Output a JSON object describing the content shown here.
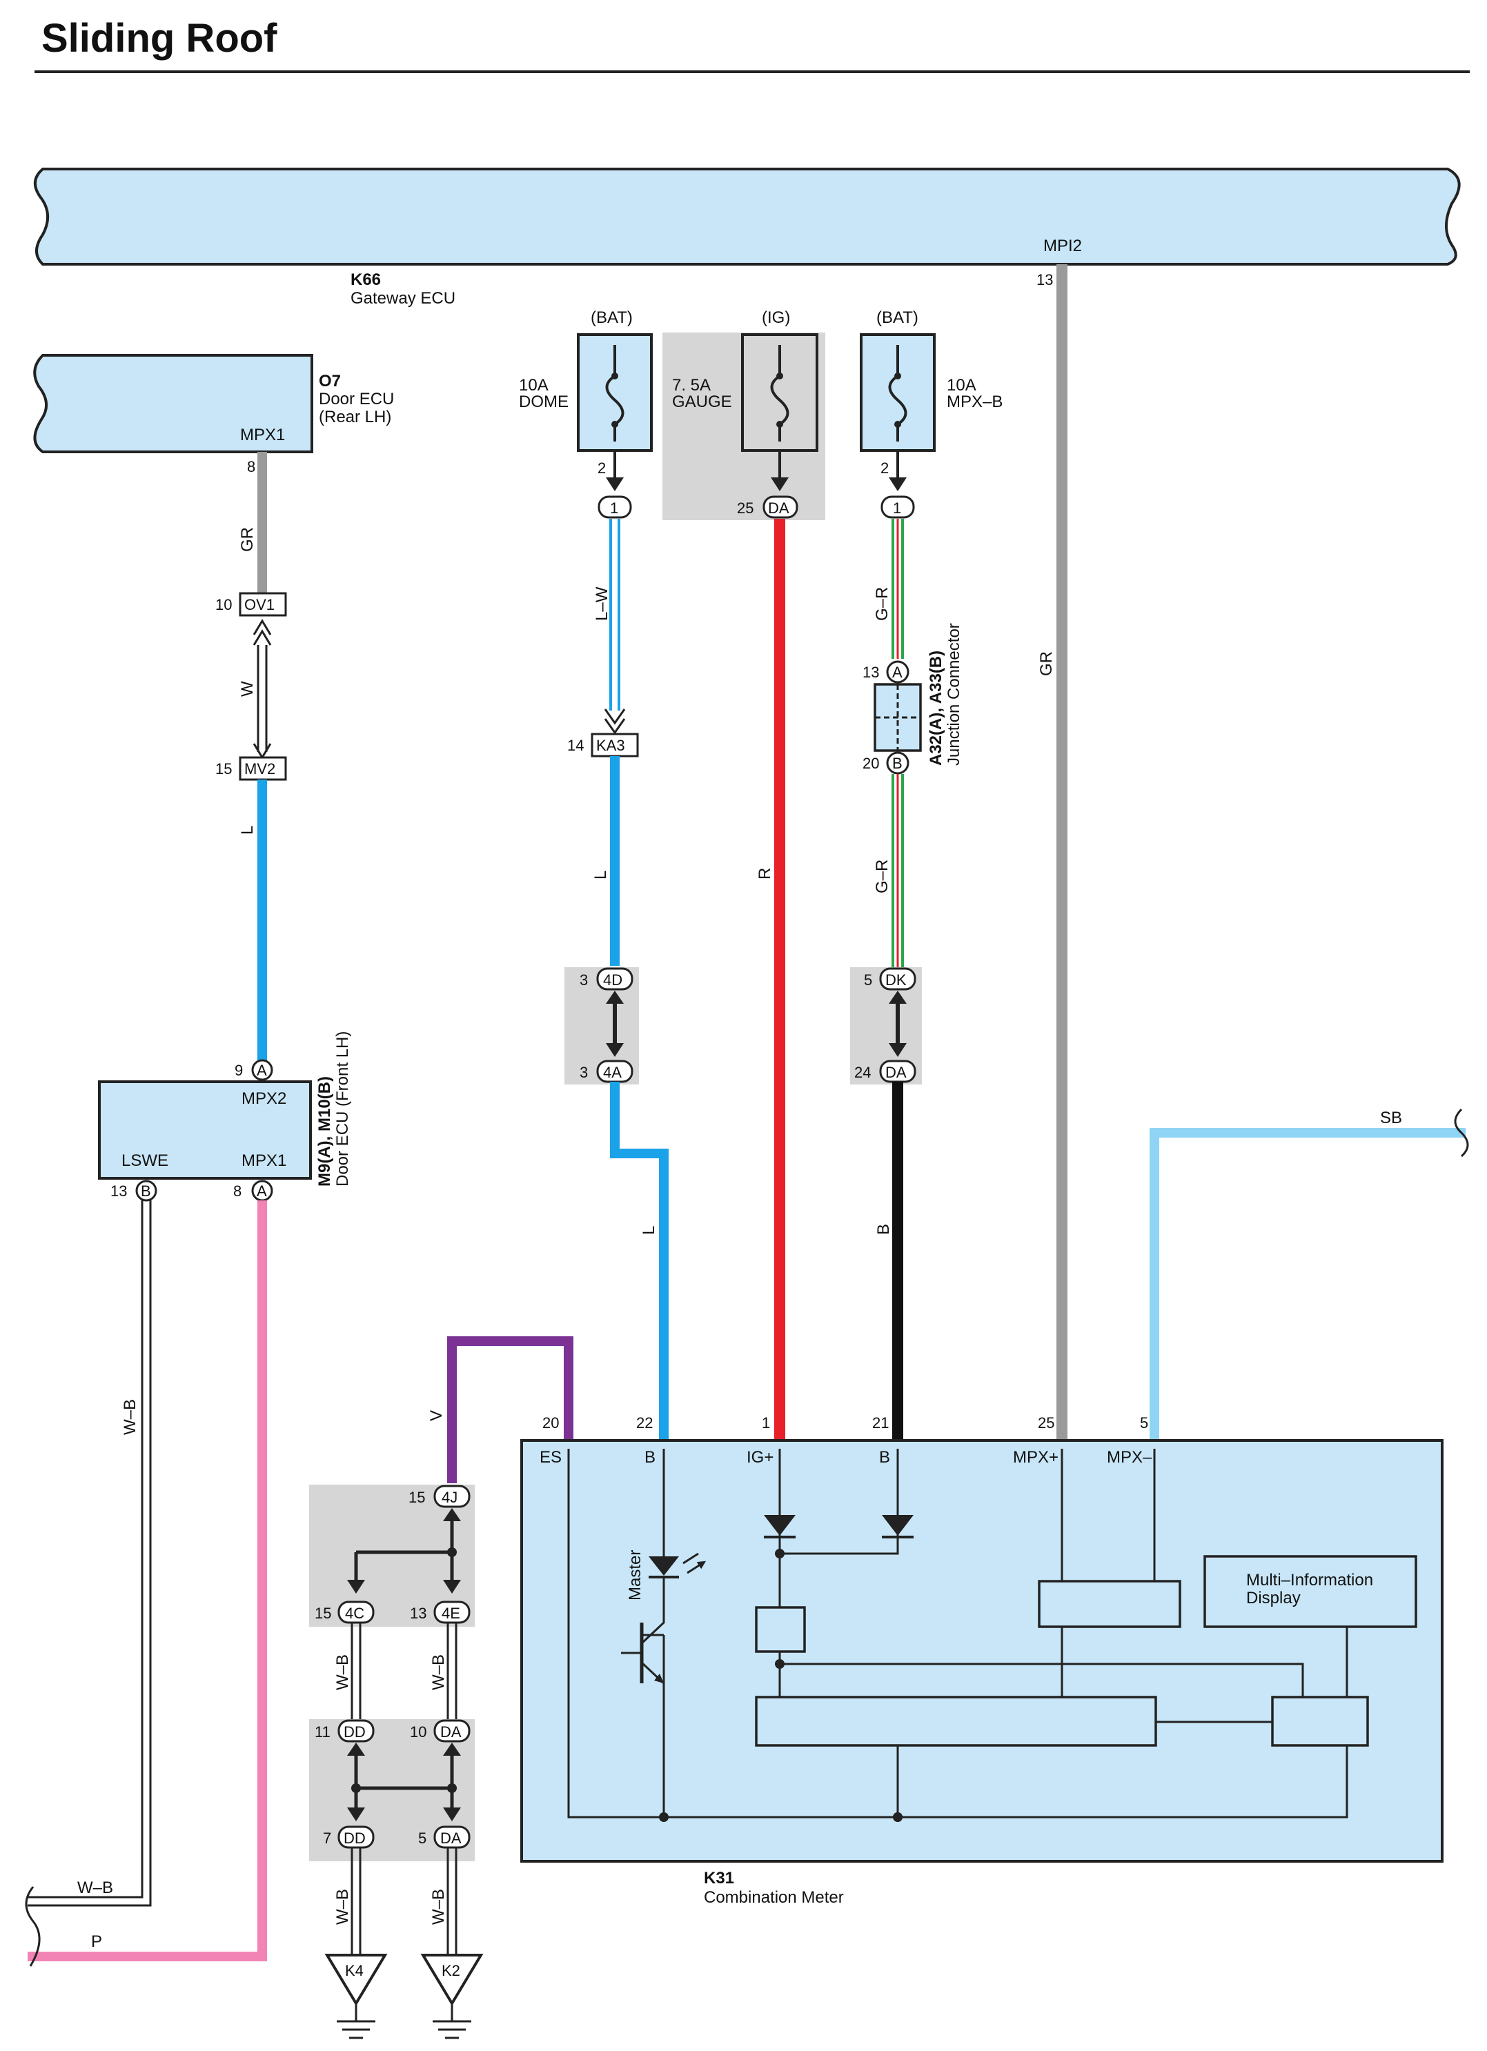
{
  "title": "Sliding Roof",
  "components": {
    "k66": {
      "code": "K66",
      "name": "Gateway ECU",
      "pin_label": "MPI2",
      "pin": "13"
    },
    "o7": {
      "code": "O7",
      "name_line1": "Door ECU",
      "name_line2": "(Rear LH)",
      "pin_label": "MPX1",
      "pin": "8"
    },
    "m9": {
      "code": "M9(A), M10(B)",
      "name": "Door ECU (Front LH)",
      "mpx2": "MPX2",
      "lswe": "LSWE",
      "mpx1": "MPX1",
      "pin_mpx2": "9",
      "pin_mpx2_conn": "A",
      "pin_lswe": "13",
      "pin_lswe_conn": "B",
      "pin_mpx1": "8",
      "pin_mpx1_conn": "A"
    },
    "k31": {
      "code": "K31",
      "name": "Combination Meter",
      "master_label": "Master",
      "mid_label1": "Multi–Information",
      "mid_label2": "Display",
      "pins": [
        {
          "num": "20",
          "label": "ES"
        },
        {
          "num": "22",
          "label": "B"
        },
        {
          "num": "1",
          "label": "IG+"
        },
        {
          "num": "21",
          "label": "B"
        },
        {
          "num": "25",
          "label": "MPX+"
        },
        {
          "num": "5",
          "label": "MPX–"
        }
      ]
    },
    "a32": {
      "code": "A32(A), A33(B)",
      "name": "Junction Connector",
      "pin_top": "13",
      "pin_top_conn": "A",
      "pin_bottom": "20",
      "pin_bottom_conn": "B"
    }
  },
  "fuses": [
    {
      "source": "(BAT)",
      "amp": "10A",
      "name": "DOME",
      "pin": "2",
      "conn": "1"
    },
    {
      "source": "(IG)",
      "amp": "7. 5A",
      "name": "GAUGE",
      "pin": "25",
      "conn": "DA"
    },
    {
      "source": "(BAT)",
      "amp": "10A",
      "name": "MPX–B",
      "pin": "2",
      "conn": "1"
    }
  ],
  "connectors": {
    "ov1": {
      "pin": "10",
      "code": "OV1"
    },
    "mv2": {
      "pin": "15",
      "code": "MV2"
    },
    "ka3": {
      "pin": "14",
      "code": "KA3"
    },
    "c4d": {
      "pin": "3",
      "code": "4D"
    },
    "c4a": {
      "pin": "3",
      "code": "4A"
    },
    "cdk": {
      "pin": "5",
      "code": "DK"
    },
    "cda24": {
      "pin": "24",
      "code": "DA"
    },
    "c4j": {
      "pin": "15",
      "code": "4J"
    },
    "c4c": {
      "pin": "15",
      "code": "4C"
    },
    "c4e": {
      "pin": "13",
      "code": "4E"
    },
    "cdd11": {
      "pin": "11",
      "code": "DD"
    },
    "cda10": {
      "pin": "10",
      "code": "DA"
    },
    "cdd7": {
      "pin": "7",
      "code": "DD"
    },
    "cda5": {
      "pin": "5",
      "code": "DA"
    }
  },
  "grounds": [
    "K4",
    "K2"
  ],
  "wires": {
    "gr_o7": "GR",
    "w": "W",
    "l_mv2": "L",
    "lw": "L–W",
    "l_ka3": "L",
    "l_22": "L",
    "r": "R",
    "gr1": "G–R",
    "gr2": "G–R",
    "b": "B",
    "gr_k66": "GR",
    "sb": "SB",
    "v": "V",
    "wb_left": "W–B",
    "wb_bottom": "W–B",
    "p": "P",
    "wb1": "W–B",
    "wb2": "W–B",
    "wb3": "W–B",
    "wb4": "W–B"
  },
  "colors": {
    "blue": "#1aa3e8",
    "light_blue": "#8fd4f5",
    "red": "#e8202a",
    "pink": "#f184b4",
    "purple": "#7b3294",
    "gray": "#9a9a9a",
    "green": "#2aa84a",
    "black": "#111111",
    "box_fill": "#c8e6f7"
  }
}
